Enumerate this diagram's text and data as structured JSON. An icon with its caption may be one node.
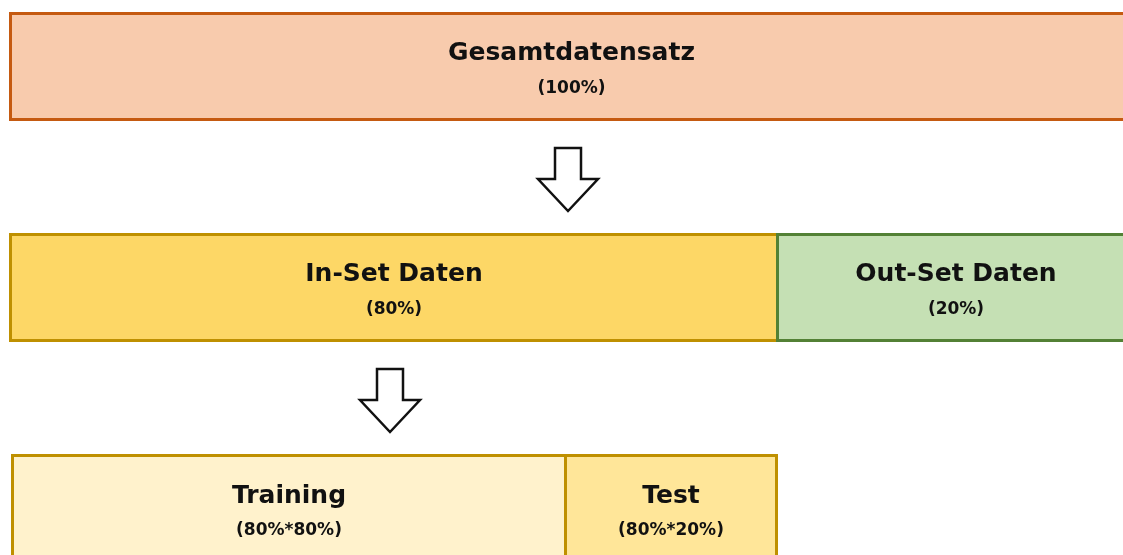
{
  "diagram": {
    "nodes": [
      {
        "text": [
          "Gesamtdatensatz",
          "(100%)"
        ]
      },
      {
        "text": [
          "In-Set Daten",
          "(80%)"
        ]
      },
      {
        "text": [
          "Out-Set Daten",
          "(20%)"
        ]
      },
      {
        "text": [
          "Training",
          "(80%*80%)"
        ]
      },
      {
        "text": [
          "Test",
          "(80%*20%)"
        ]
      }
    ],
    "edges": [
      {
        "from": 0,
        "to": 1,
        "arrow": "to"
      },
      {
        "from": 1,
        "to": 3,
        "arrow": "to"
      }
    ]
  }
}
